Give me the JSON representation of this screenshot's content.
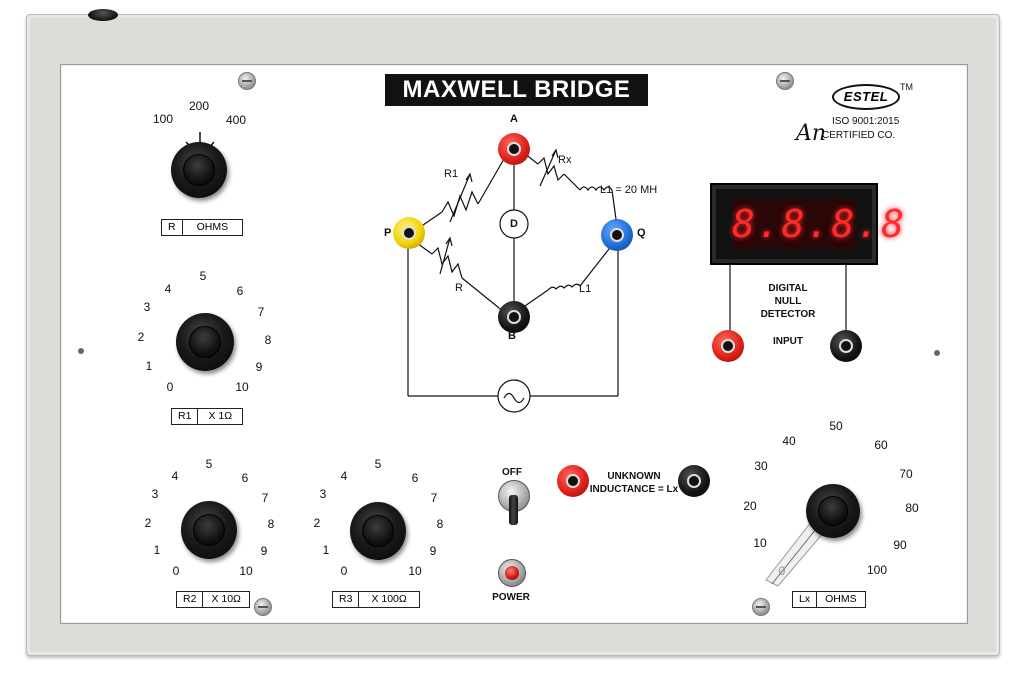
{
  "title": "MAXWELL BRIDGE",
  "brand": {
    "logo": "ESTEL",
    "tm": "TM",
    "iso": "ISO 9001:2015",
    "certified": "CERTIFIED CO.",
    "an": "An"
  },
  "r_selector": {
    "scale": [
      "100",
      "200",
      "400"
    ],
    "tag_left": "R",
    "tag_right": "OHMS"
  },
  "r1_dial": {
    "scale": [
      "0",
      "1",
      "2",
      "3",
      "4",
      "5",
      "6",
      "7",
      "8",
      "9",
      "10"
    ],
    "tag_left": "R1",
    "tag_right": "X 1Ω"
  },
  "r2_dial": {
    "scale": [
      "0",
      "1",
      "2",
      "3",
      "4",
      "5",
      "6",
      "7",
      "8",
      "9",
      "10"
    ],
    "tag_left": "R2",
    "tag_right": "X 10Ω"
  },
  "r3_dial": {
    "scale": [
      "0",
      "1",
      "2",
      "3",
      "4",
      "5",
      "6",
      "7",
      "8",
      "9",
      "10"
    ],
    "tag_left": "R3",
    "tag_right": "X 100Ω"
  },
  "lx_dial": {
    "scale": [
      "0",
      "10",
      "20",
      "30",
      "40",
      "50",
      "60",
      "70",
      "80",
      "90",
      "100"
    ],
    "tag_left": "Lx",
    "tag_right": "OHMS"
  },
  "circuit": {
    "node_a": "A",
    "node_b": "B",
    "node_p": "P",
    "node_q": "Q",
    "r1": "R1",
    "rx": "Rx",
    "l1_note": "L1 = 20 MH",
    "detector": "D",
    "r": "R",
    "l1": "L1"
  },
  "detector": {
    "reading": "8.8.8.8",
    "label_1": "DIGITAL",
    "label_2": "NULL",
    "label_3": "DETECTOR",
    "input": "INPUT"
  },
  "switch": {
    "off": "OFF",
    "power": "POWER"
  },
  "unknown": {
    "line1": "UNKNOWN",
    "line2": "INDUCTANCE = Lx"
  },
  "colors": {
    "jack_red": "#e0201a",
    "jack_yellow": "#f2d20a",
    "jack_blue": "#1f6fd8",
    "jack_black": "#161616",
    "display_red": "#ff2a2a"
  }
}
